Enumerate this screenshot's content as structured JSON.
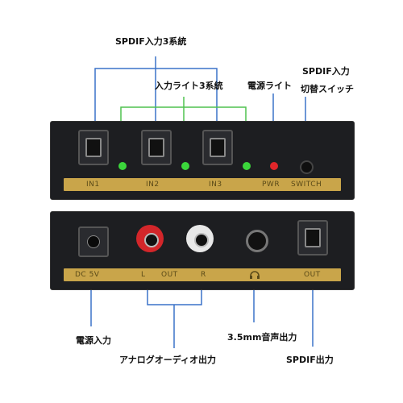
{
  "callouts": {
    "spdif_input_3": "SPDIF入力3系統",
    "input_light_3": "入力ライト3系統",
    "power_light": "電源ライト",
    "spdif_input_switch_line1": "SPDIF入力",
    "spdif_input_switch_line2": "切替スイッチ",
    "power_input": "電源入力",
    "analog_audio_output": "アナログオーディオ出力",
    "audio_35mm_output": "3.5mm音声出力",
    "spdif_output": "SPDIF出力"
  },
  "front_panel": {
    "labels": [
      "IN1",
      "IN2",
      "IN3",
      "PWR",
      "SWITCH"
    ]
  },
  "back_panel": {
    "labels": [
      "DC 5V",
      "L",
      "OUT",
      "R",
      "OUT"
    ]
  },
  "colors": {
    "callout_line": "#3a72c9",
    "led_green": "#3bd63b",
    "led_red": "#e0262a",
    "strip": "#c9a54a"
  },
  "icons": {
    "headphone": "headphone-icon"
  }
}
